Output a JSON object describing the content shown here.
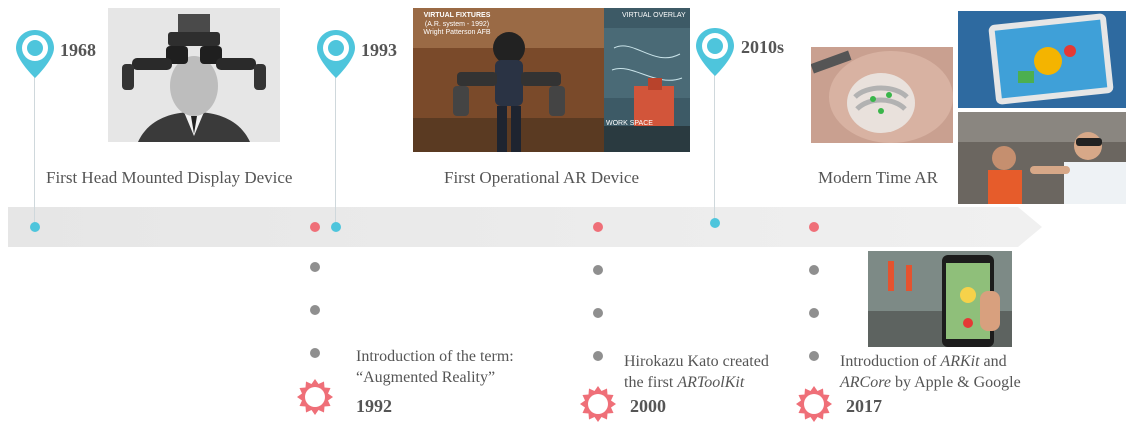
{
  "milestones_top": [
    {
      "year": "1968",
      "caption": "First Head Mounted Display Device",
      "image": "head-mounted-display-photo"
    },
    {
      "year": "1993",
      "caption": "First Operational AR Device",
      "image": "virtual-fixtures-photo"
    },
    {
      "year": "2010s",
      "caption": "Modern Time AR",
      "image": "modern-ar-photos"
    }
  ],
  "milestones_bottom": [
    {
      "year": "1992",
      "line1": "Introduction of the term:",
      "line2": "“Augmented Reality”"
    },
    {
      "year": "2000",
      "line1": "Hirokazu Kato created",
      "line2_plain": "the first ",
      "line2_italic": "ARToolKit"
    },
    {
      "year": "2017",
      "line1_plain": "Introduction of ",
      "line1_italic": "ARKit",
      "line1_tail": " and",
      "line2_italic": "ARCore",
      "line2_tail": " by Apple & Google"
    }
  ],
  "photo_labels": {
    "virtual_fixtures_title": "VIRTUAL FIXTURES",
    "virtual_fixtures_sub1": "(A.R. system - 1992)",
    "virtual_fixtures_sub2": "Wright Patterson AFB",
    "virtual_overlay": "VIRTUAL OVERLAY",
    "work_space": "WORK SPACE"
  },
  "colors": {
    "pin": "#4ec5dc",
    "badge": "#ef6f78",
    "timeline_arrow": "#e8e8e8",
    "connector_dots": "#8f8f8f"
  }
}
